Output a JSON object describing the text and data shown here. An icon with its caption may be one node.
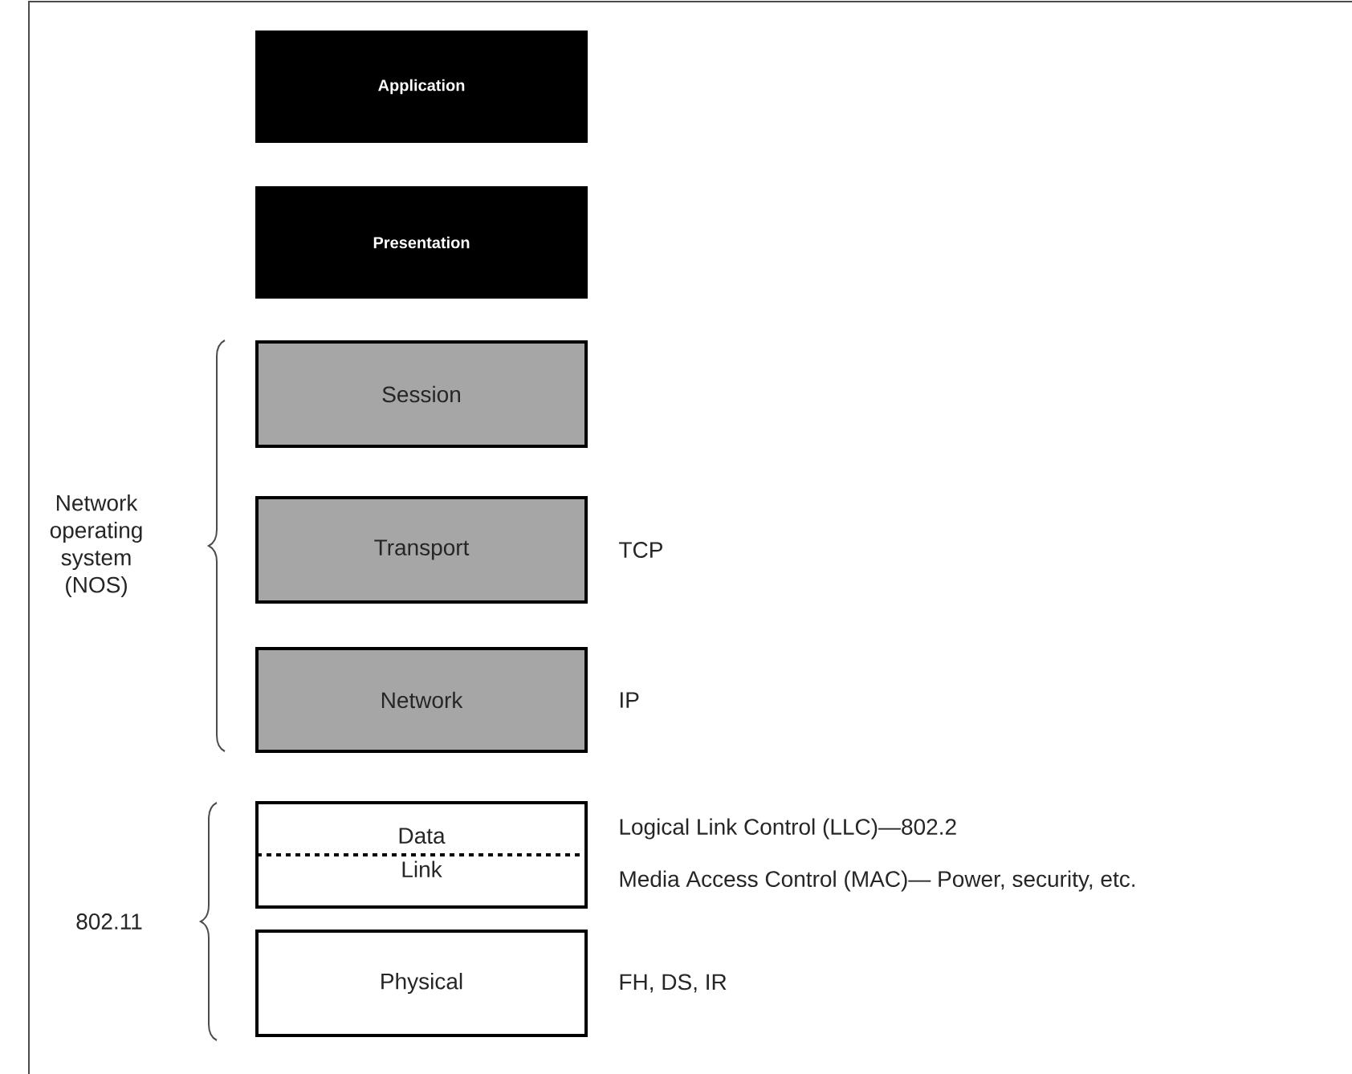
{
  "diagram": {
    "nodes": [
      {
        "text": [
          "Application"
        ]
      },
      {
        "text": [
          "Presentation"
        ]
      },
      {
        "text": [
          "Session"
        ]
      },
      {
        "text": [
          "Transport"
        ],
        "beside": [
          "TCP"
        ]
      },
      {
        "text": [
          "Network"
        ],
        "beside": [
          "IP"
        ]
      },
      {
        "text": [
          "Data",
          "Link"
        ],
        "beside": [
          "Logical Link Control (LLC)—802.2",
          "Media Access Control (MAC)— Power, security, etc."
        ]
      },
      {
        "text": [
          "Physical"
        ],
        "beside": [
          "FH, DS, IR"
        ]
      }
    ],
    "edges": [],
    "labels": [
      "Network operating system (NOS)",
      "802.11"
    ]
  }
}
